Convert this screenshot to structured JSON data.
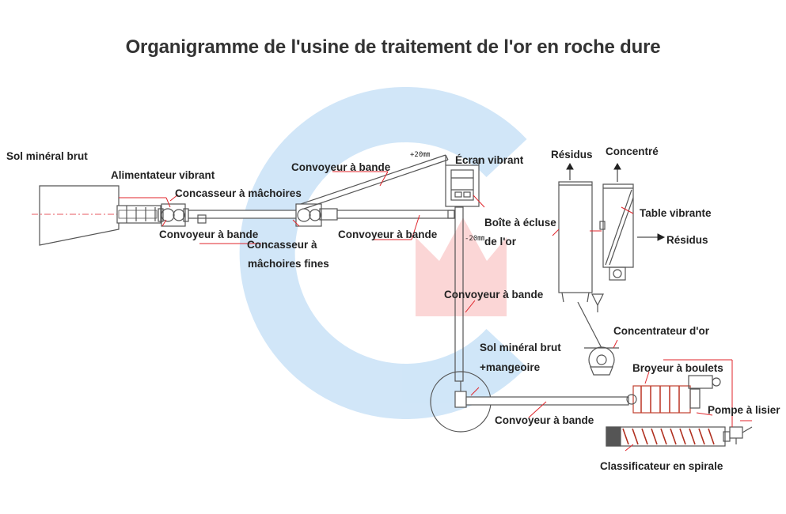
{
  "title": "Organigramme de l'usine de traitement de l'or en roche dure",
  "colors": {
    "line": "#555555",
    "pointer": "#e0252b",
    "watermark_blue": "#2f8fe0",
    "watermark_red": "#f04848",
    "classifier": "#b03020",
    "mill": "#c04030"
  },
  "labels": {
    "raw_ore": "Sol minéral brut",
    "vibrating_feeder": "Alimentateur vibrant",
    "jaw_crusher": "Concasseur à mâchoires",
    "belt_conveyor_1": "Convoyeur à bande",
    "belt_conveyor_2": "Convoyeur à bande",
    "fine_jaw_crusher_l1": "Concasseur à",
    "fine_jaw_crusher_l2": "mâchoires fines",
    "belt_conveyor_3": "Convoyeur à bande",
    "plus_20mm": "+20㎜",
    "vibrating_screen": "Écran vibrant",
    "minus_20mm": "-20㎜",
    "sluice_box_l1": "Boîte à écluse",
    "sluice_box_l2": "de l'or",
    "tailings_1": "Résidus",
    "concentrate": "Concentré",
    "shaking_table": "Table vibrante",
    "tailings_2": "Résidus",
    "belt_conveyor_4": "Convoyeur à bande",
    "gold_concentrator": "Concentrateur d'or",
    "raw_ore_feeder_l1": "Sol minéral brut",
    "raw_ore_feeder_l2": "+mangeoire",
    "ball_mill": "Broyeur à boulets",
    "slurry_pump": "Pompe à lisier",
    "belt_conveyor_5": "Convoyeur à bande",
    "spiral_classifier": "Classificateur en spirale"
  }
}
